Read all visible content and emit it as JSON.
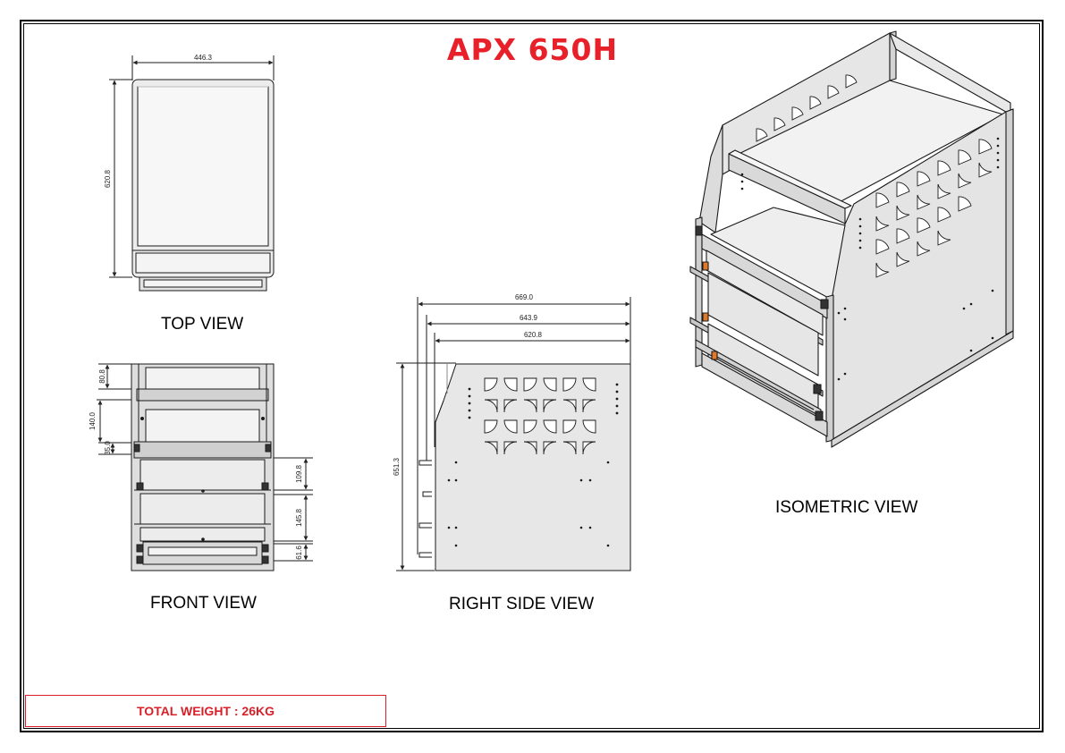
{
  "title": "APX 650H",
  "views": {
    "top": "TOP VIEW",
    "front": "FRONT VIEW",
    "right_side": "RIGHT SIDE VIEW",
    "isometric": "ISOMETRIC VIEW"
  },
  "dimensions": {
    "top_width": "446.3",
    "top_depth": "620.8",
    "front_80_8": "80.8",
    "front_140_0": "140.0",
    "front_35_0": "35.0",
    "front_109_8": "109.8",
    "front_145_8": "145.8",
    "front_61_6": "61.6",
    "side_669_0": "669.0",
    "side_643_9": "643.9",
    "side_620_8": "620.8",
    "side_651_3": "651.3"
  },
  "total_weight": "TOTAL WEIGHT : 26KG",
  "colors": {
    "title": "#e8202a",
    "weight_border": "#d9202a",
    "panel": "#e9e9e9",
    "line": "#1a1a1a"
  }
}
